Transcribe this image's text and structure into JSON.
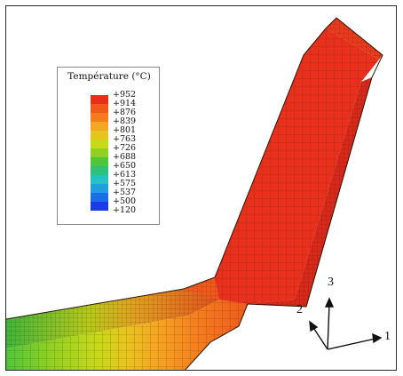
{
  "legend": {
    "title": "Température (°C)",
    "labels": [
      "+952",
      "+914",
      "+876",
      "+839",
      "+801",
      "+763",
      "+726",
      "+688",
      "+650",
      "+613",
      "+575",
      "+537",
      "+500",
      "+120"
    ],
    "colors": [
      "#e8301c",
      "#ef5a1c",
      "#f47c1e",
      "#f5a623",
      "#e8c41f",
      "#c8d81a",
      "#8fd022",
      "#4fc63a",
      "#2fc07c",
      "#25c3bf",
      "#1f9fe0",
      "#1a6ee8",
      "#1b3ae6"
    ]
  },
  "axes": {
    "x_label": "1",
    "y_label": "2",
    "z_label": "3"
  }
}
